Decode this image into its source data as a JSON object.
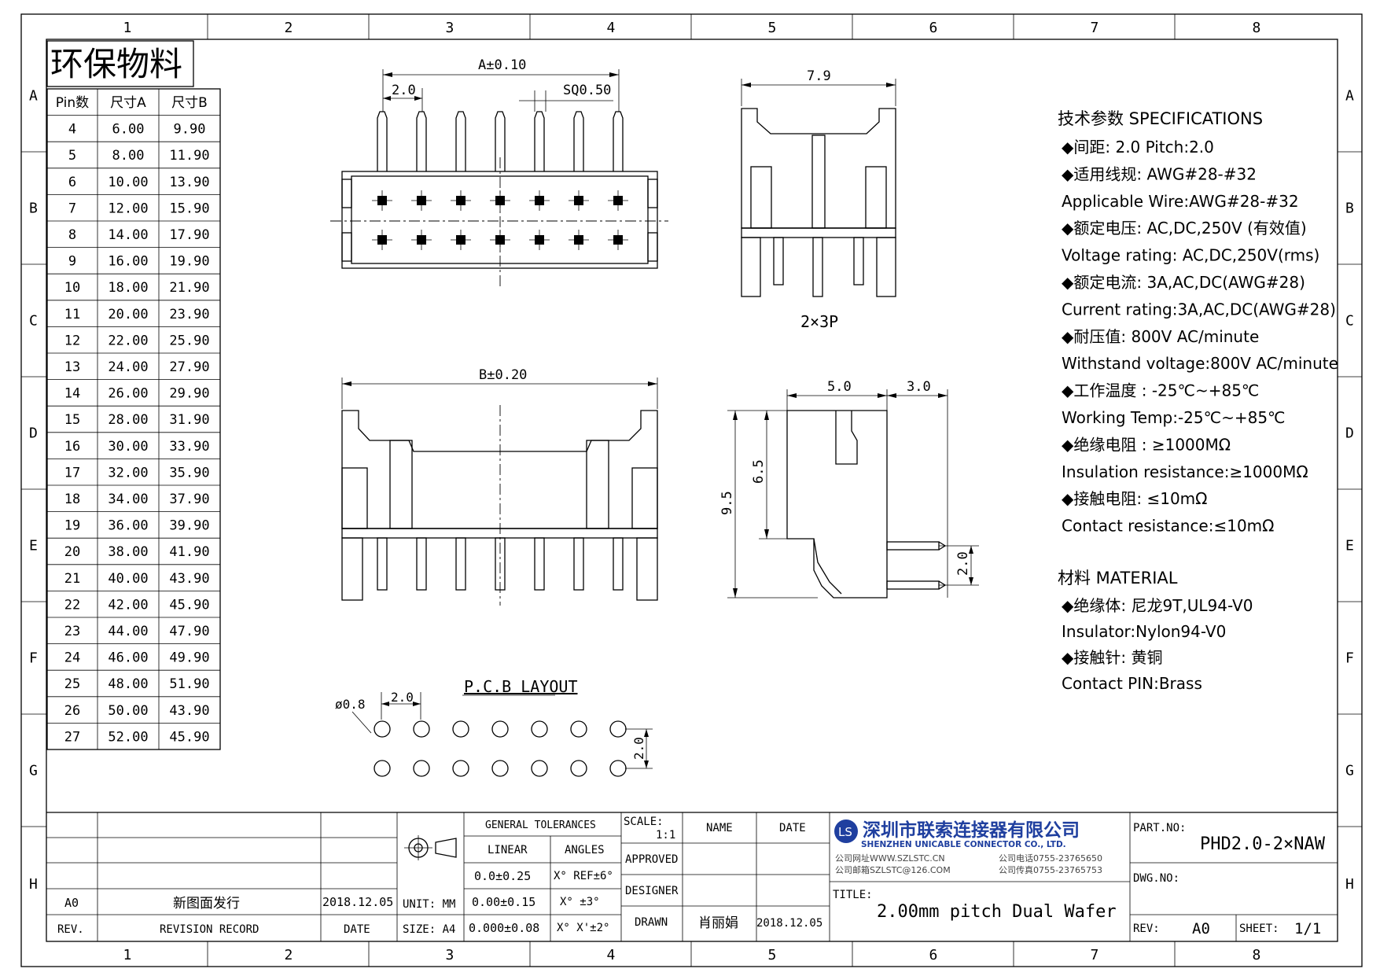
{
  "frame": {
    "columns": [
      "1",
      "2",
      "3",
      "4",
      "5",
      "6",
      "7",
      "8"
    ],
    "rows": [
      "A",
      "B",
      "C",
      "D",
      "E",
      "F",
      "G",
      "H"
    ]
  },
  "eco_label": "环保物料",
  "pin_table": {
    "headers": [
      "Pin数",
      "尺寸A",
      "尺寸B"
    ],
    "rows": [
      [
        "4",
        "6.00",
        "9.90"
      ],
      [
        "5",
        "8.00",
        "11.90"
      ],
      [
        "6",
        "10.00",
        "13.90"
      ],
      [
        "7",
        "12.00",
        "15.90"
      ],
      [
        "8",
        "14.00",
        "17.90"
      ],
      [
        "9",
        "16.00",
        "19.90"
      ],
      [
        "10",
        "18.00",
        "21.90"
      ],
      [
        "11",
        "20.00",
        "23.90"
      ],
      [
        "12",
        "22.00",
        "25.90"
      ],
      [
        "13",
        "24.00",
        "27.90"
      ],
      [
        "14",
        "26.00",
        "29.90"
      ],
      [
        "15",
        "28.00",
        "31.90"
      ],
      [
        "16",
        "30.00",
        "33.90"
      ],
      [
        "17",
        "32.00",
        "35.90"
      ],
      [
        "18",
        "34.00",
        "37.90"
      ],
      [
        "19",
        "36.00",
        "39.90"
      ],
      [
        "20",
        "38.00",
        "41.90"
      ],
      [
        "21",
        "40.00",
        "43.90"
      ],
      [
        "22",
        "42.00",
        "45.90"
      ],
      [
        "23",
        "44.00",
        "47.90"
      ],
      [
        "24",
        "46.00",
        "49.90"
      ],
      [
        "25",
        "48.00",
        "51.90"
      ],
      [
        "26",
        "50.00",
        "43.90"
      ],
      [
        "27",
        "52.00",
        "45.90"
      ]
    ]
  },
  "drawing": {
    "dim_a": "A±0.10",
    "dim_pitch": "2.0",
    "dim_sq": "SQ0.50",
    "dim_79": "7.9",
    "side_label": "2×3P",
    "dim_b": "B±0.20",
    "dim_50": "5.0",
    "dim_30": "3.0",
    "dim_95": "9.5",
    "dim_65": "6.5",
    "dim_20v": "2.0",
    "pcb_title": "P.C.B LAYOUT",
    "pcb_hole": "ø0.8",
    "pcb_pitch": "2.0",
    "pcb_row": "2.0"
  },
  "specs": {
    "heading": "技术参数 SPECIFICATIONS",
    "lines": [
      "◆间距: 2.0      Pitch:2.0",
      "◆适用线规: AWG#28-#32",
      "  Applicable Wire:AWG#28-#32",
      "◆额定电压: AC,DC,250V (有效值)",
      "  Voltage rating: AC,DC,250V(rms)",
      "◆额定电流: 3A,AC,DC(AWG#28)",
      "  Current rating:3A,AC,DC(AWG#28)",
      "◆耐压值: 800V AC/minute",
      "   Withstand voltage:800V AC/minute",
      "◆工作温度 : -25℃~+85℃",
      "  Working Temp:-25℃~+85℃",
      "◆绝缘电阻 : ≥1000MΩ",
      "  Insulation resistance:≥1000MΩ",
      "◆接触电阻: ≤10mΩ",
      "  Contact resistance:≤10mΩ"
    ],
    "material_heading": "材料 MATERIAL",
    "material_lines": [
      "◆绝缘体: 尼龙9T,UL94-V0",
      "   Insulator:Nylon94-V0",
      "◆接触针: 黄铜",
      "  Contact PIN:Brass"
    ]
  },
  "title_block": {
    "rev_row": {
      "rev": "A0",
      "record": "新图面发行",
      "date": "2018.12.05"
    },
    "rev_header": {
      "rev": "REV.",
      "record": "REVISION RECORD",
      "date": "DATE"
    },
    "unit": "UNIT: MM",
    "size": "SIZE: A4",
    "general_tolerances": "GENERAL TOLERANCES",
    "linear": "LINEAR",
    "angles": "ANGLES",
    "tol_lin": [
      "0.0±0.25",
      "0.00±0.15",
      "0.000±0.08"
    ],
    "tol_ang": [
      "X° REF±6°",
      "X° ±3°",
      "X° X'±2°"
    ],
    "scale_label": "SCALE:",
    "scale_value": "1:1",
    "name_label": "NAME",
    "date_label": "DATE",
    "approved": "APPROVED",
    "designer": "DESIGNER",
    "drawn": "DRAWN",
    "drawn_name": "肖丽娟",
    "drawn_date": "2018.12.05",
    "company_cn": "深圳市联索连接器有限公司",
    "company_en": "SHENZHEN UNICABLE CONNECTOR CO., LTD.",
    "web": "公司网址WWW.SZLSTC.CN",
    "mail": "公司邮箱SZLSTC@126.COM",
    "tel": "公司电话0755-23765650",
    "fax": "公司传真0755-23765753",
    "logo_letters": "LS",
    "title_label": "TITLE:",
    "title": "2.00mm pitch Dual Wafer",
    "part_label": "PART.NO:",
    "part_no": "PHD2.0-2×NAW",
    "dwg_label": "DWG.NO:",
    "rev_label": "REV:",
    "rev_value": "A0",
    "sheet_label": "SHEET:",
    "sheet_value": "1/1",
    "brand_color": "#1f3f9f"
  }
}
